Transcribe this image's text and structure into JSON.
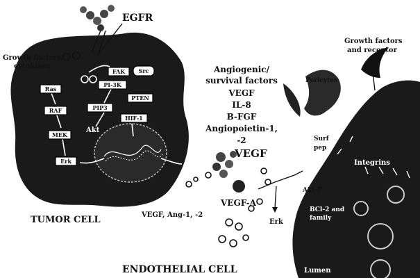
{
  "labels": {
    "egfr": "EGFR",
    "growth_factors_cytokines_1": "Growth factors/",
    "growth_factors_cytokines_2": "cytokines",
    "growth_factors_receptor_1": "Growth factors",
    "growth_factors_receptor_2": "and receptor",
    "tumor_cell": "TUMOR CELL",
    "endothelial_cell": "ENDOTHELIAL CELL",
    "vegf": "VEGF",
    "vegf_a": "VEGF-A",
    "vegf_ang": "VEGF, Ang-1, -2",
    "erk": "Erk",
    "akt_p": "Akt-P",
    "integrins": "Integrins",
    "pericytes": "Pericytes",
    "surf": "Surf",
    "pep": "pep",
    "bcl2_1": "BCl-2 and",
    "bcl2_2": "family",
    "lumen": "Lumen",
    "akt": "Akt"
  },
  "angiogenic_factors": [
    "Angiogenic/",
    "survival factors",
    "VEGF",
    "IL-8",
    "B-FGF",
    "Angiopoietin-1,",
    "-2"
  ],
  "pathway_boxes": {
    "ras": "Ras",
    "raf": "RAF",
    "mek": "MEK",
    "erk": "Erk",
    "fak": "FAK",
    "src": "Src",
    "pi3k": "PI-3K",
    "pip3": "PIP3",
    "pten": "PTEN",
    "hif1": "HIF-1"
  }
}
